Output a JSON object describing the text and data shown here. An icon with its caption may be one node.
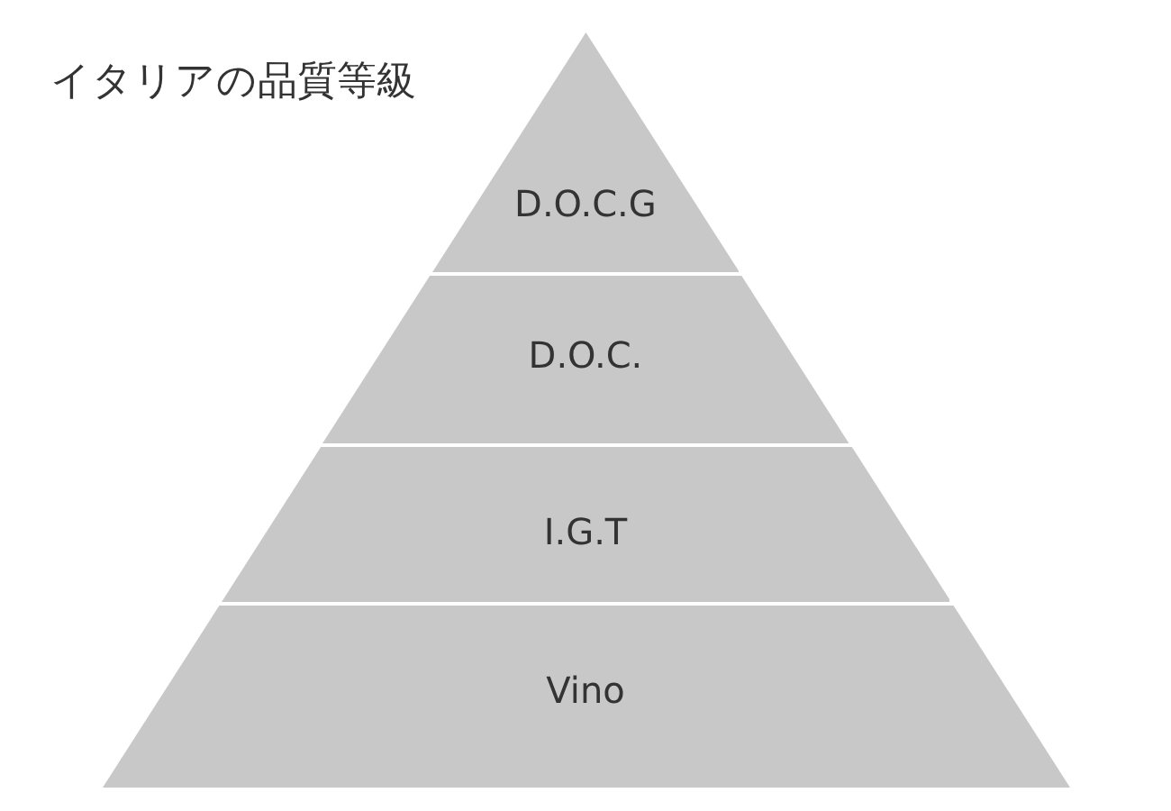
{
  "diagram": {
    "title": "イタリアの品質等級",
    "nodes": [
      {
        "text": [
          "D.O.C.G"
        ]
      },
      {
        "text": [
          "D.O.C."
        ]
      },
      {
        "text": [
          "I.G.T"
        ]
      },
      {
        "text": [
          "Vino"
        ]
      }
    ]
  }
}
